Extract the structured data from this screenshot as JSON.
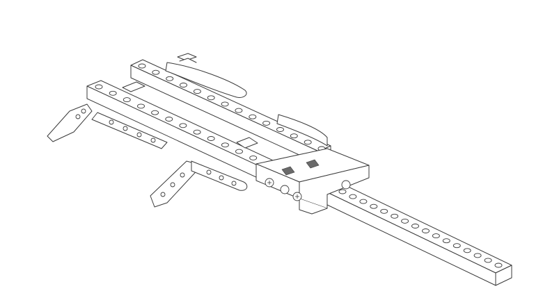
{
  "diagram": {
    "kind": "line-art",
    "subject": "",
    "colors": {
      "background": "#ffffff",
      "stroke": "#3a3a3a"
    },
    "parts": [
      {
        "id": "beam-top-back",
        "type": "technic-beam",
        "studs": 14
      },
      {
        "id": "beam-mid",
        "type": "technic-beam",
        "studs": 14
      },
      {
        "id": "beam-front-long",
        "type": "technic-beam",
        "studs": 16
      },
      {
        "id": "connector-block",
        "type": "technic-brick-2x4"
      },
      {
        "id": "link-arm-left",
        "type": "technic-link"
      },
      {
        "id": "link-arm-front",
        "type": "technic-link"
      },
      {
        "id": "axle-rod",
        "type": "technic-axle"
      },
      {
        "id": "liftarm-curved-1",
        "type": "curved-liftarm"
      },
      {
        "id": "liftarm-curved-2",
        "type": "curved-liftarm"
      }
    ]
  }
}
